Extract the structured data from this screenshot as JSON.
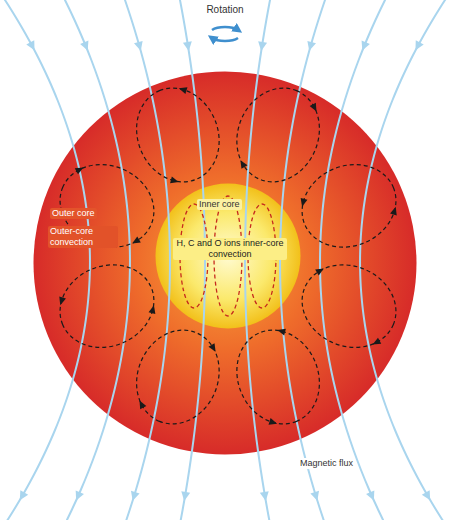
{
  "diagram": {
    "nodes": [
      {
        "text": [
          "Outer core",
          "Outer-core convection"
        ]
      },
      {
        "text": [
          "Inner core",
          "H, C and O ions inner-core convection"
        ],
        "in": 0
      }
    ],
    "labels": [
      "Rotation",
      "Magnetic flux"
    ]
  }
}
